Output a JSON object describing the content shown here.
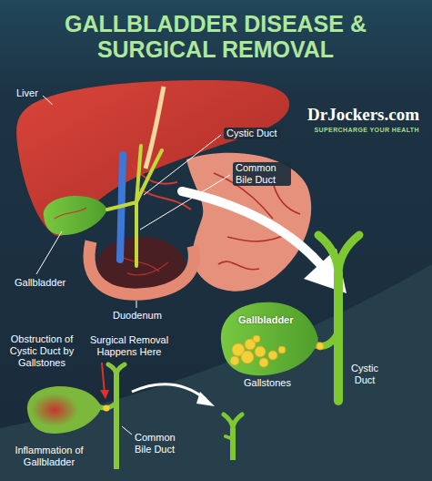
{
  "diagram": {
    "title": "GALLBLADDER DISEASE & SURGICAL REMOVAL",
    "labels": [
      "Liver",
      "DrJockers.com",
      "SUPERCHARGE YOUR HEALTH",
      "Cystic Duct",
      "Common Bile Duct",
      "Gallbladder",
      "Duodenum",
      "Gallbladder",
      "Gallstones",
      "Cystic Duct",
      "Obstruction of Cystic Duct by Gallstones",
      "Surgical Removal Happens Here",
      "Common Bile Duct",
      "Inflammation of Gallbladder"
    ]
  }
}
